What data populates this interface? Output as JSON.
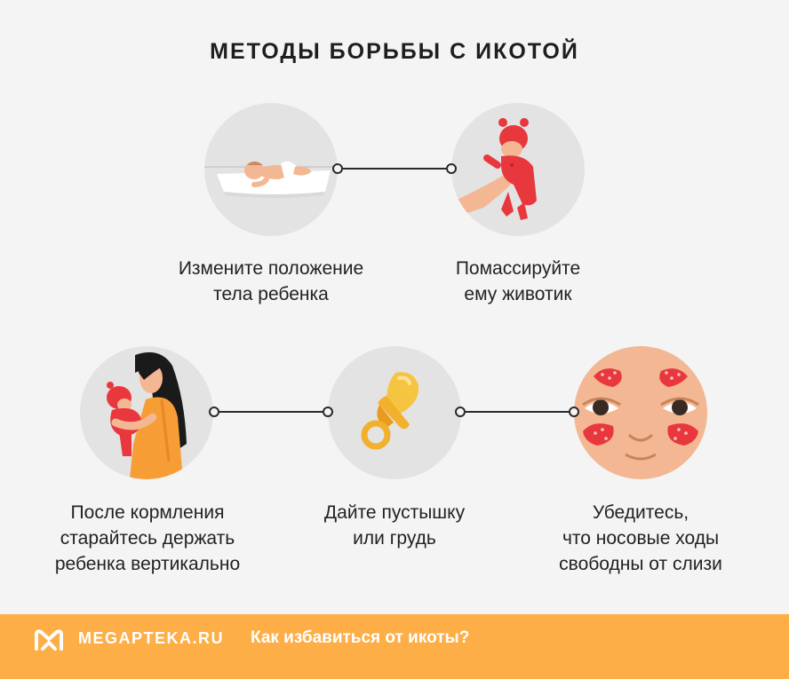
{
  "title": "МЕТОДЫ БОРЬБЫ С ИКОТОЙ",
  "methods": [
    {
      "lines": [
        "Измените положение",
        "тела ребенка"
      ],
      "icon": "baby-lying-icon"
    },
    {
      "lines": [
        "Помассируйте",
        "ему животик"
      ],
      "icon": "baby-massage-icon"
    },
    {
      "lines": [
        "После кормления",
        "старайтесь держать",
        "ребенка вертикально"
      ],
      "icon": "mother-holding-baby-icon"
    },
    {
      "lines": [
        "Дайте пустышку",
        "или грудь"
      ],
      "icon": "pacifier-icon"
    },
    {
      "lines": [
        "Убедитесь,",
        "что носовые ходы",
        "свободны от слизи"
      ],
      "icon": "face-sinus-icon"
    }
  ],
  "footer": {
    "brand": "MEGAPTEKA.RU",
    "tagline": "Как избавиться от икоты?",
    "logo_icon": "megapteka-logo-icon"
  },
  "colors": {
    "background": "#f4f4f4",
    "circle": "#e3e3e3",
    "accent_red": "#e8383d",
    "accent_orange": "#fdae47",
    "skin": "#f4b793"
  }
}
